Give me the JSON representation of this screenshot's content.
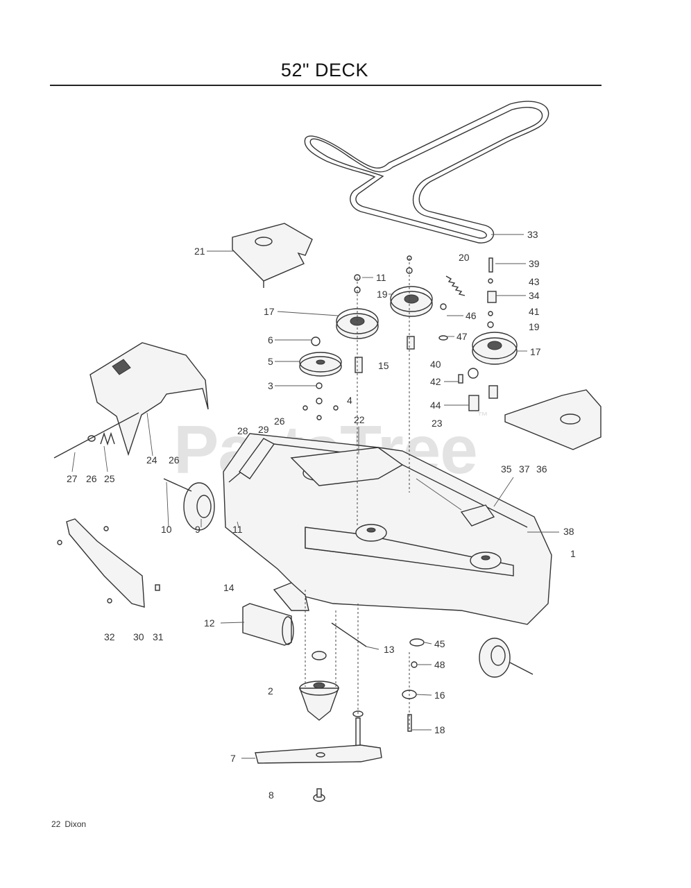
{
  "title": "52\" DECK",
  "watermark": {
    "text": "PartsTree",
    "mark": "™"
  },
  "footer": {
    "page": "22",
    "brand": "Dixon"
  },
  "labels": [
    {
      "id": "33a",
      "text": "33"
    },
    {
      "id": "21a",
      "text": "21"
    },
    {
      "id": "20a",
      "text": "20"
    },
    {
      "id": "39a",
      "text": "39"
    },
    {
      "id": "11a",
      "text": "11"
    },
    {
      "id": "43a",
      "text": "43"
    },
    {
      "id": "19a",
      "text": "19"
    },
    {
      "id": "34a",
      "text": "34"
    },
    {
      "id": "17a",
      "text": "17"
    },
    {
      "id": "41a",
      "text": "41"
    },
    {
      "id": "19b",
      "text": "19"
    },
    {
      "id": "46a",
      "text": "46"
    },
    {
      "id": "6a",
      "text": "6"
    },
    {
      "id": "47a",
      "text": "47"
    },
    {
      "id": "17b",
      "text": "17"
    },
    {
      "id": "5a",
      "text": "5"
    },
    {
      "id": "15a",
      "text": "15"
    },
    {
      "id": "40a",
      "text": "40"
    },
    {
      "id": "3a",
      "text": "3"
    },
    {
      "id": "42a",
      "text": "42"
    },
    {
      "id": "4a",
      "text": "4"
    },
    {
      "id": "44a",
      "text": "44"
    },
    {
      "id": "28a",
      "text": "28"
    },
    {
      "id": "29a",
      "text": "29"
    },
    {
      "id": "26a",
      "text": "26"
    },
    {
      "id": "22a",
      "text": "22"
    },
    {
      "id": "23a",
      "text": "23"
    },
    {
      "id": "24a",
      "text": "24"
    },
    {
      "id": "26b",
      "text": "26"
    },
    {
      "id": "27a",
      "text": "27"
    },
    {
      "id": "26c",
      "text": "26"
    },
    {
      "id": "25a",
      "text": "25"
    },
    {
      "id": "35a",
      "text": "35"
    },
    {
      "id": "37a",
      "text": "37"
    },
    {
      "id": "36a",
      "text": "36"
    },
    {
      "id": "38a",
      "text": "38"
    },
    {
      "id": "10a",
      "text": "10"
    },
    {
      "id": "9a",
      "text": "9"
    },
    {
      "id": "11b",
      "text": "11"
    },
    {
      "id": "1a",
      "text": "1"
    },
    {
      "id": "14a",
      "text": "14"
    },
    {
      "id": "12a",
      "text": "12"
    },
    {
      "id": "32a",
      "text": "32"
    },
    {
      "id": "30a",
      "text": "30"
    },
    {
      "id": "31a",
      "text": "31"
    },
    {
      "id": "13a",
      "text": "13"
    },
    {
      "id": "45a",
      "text": "45"
    },
    {
      "id": "48a",
      "text": "48"
    },
    {
      "id": "2a",
      "text": "2"
    },
    {
      "id": "16a",
      "text": "16"
    },
    {
      "id": "18a",
      "text": "18"
    },
    {
      "id": "7a",
      "text": "7"
    },
    {
      "id": "8a",
      "text": "8"
    }
  ]
}
